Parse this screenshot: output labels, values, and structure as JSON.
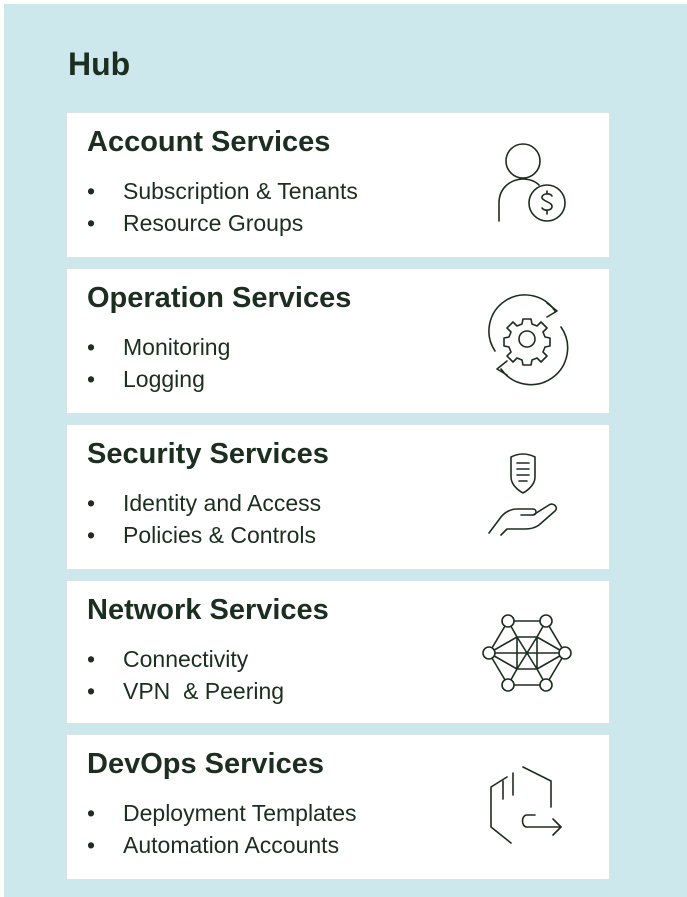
{
  "hub": {
    "title": "Hub"
  },
  "cards": [
    {
      "title": "Account Services",
      "items": [
        "Subscription & Tenants",
        "Resource Groups"
      ],
      "icon": "user-dollar-icon"
    },
    {
      "title": "Operation Services",
      "items": [
        "Monitoring",
        "Logging"
      ],
      "icon": "gear-refresh-icon"
    },
    {
      "title": "Security Services",
      "items": [
        "Identity and Access",
        "Policies & Controls"
      ],
      "icon": "shield-hand-icon"
    },
    {
      "title": "Network Services",
      "items": [
        "Connectivity",
        "VPN  & Peering"
      ],
      "icon": "network-mesh-icon"
    },
    {
      "title": "DevOps Services",
      "items": [
        "Deployment Templates",
        "Automation Accounts"
      ],
      "icon": "deploy-arrow-icon"
    }
  ],
  "colors": {
    "background": "#cde8ec",
    "card": "#ffffff",
    "text": "#1b2e1f"
  }
}
